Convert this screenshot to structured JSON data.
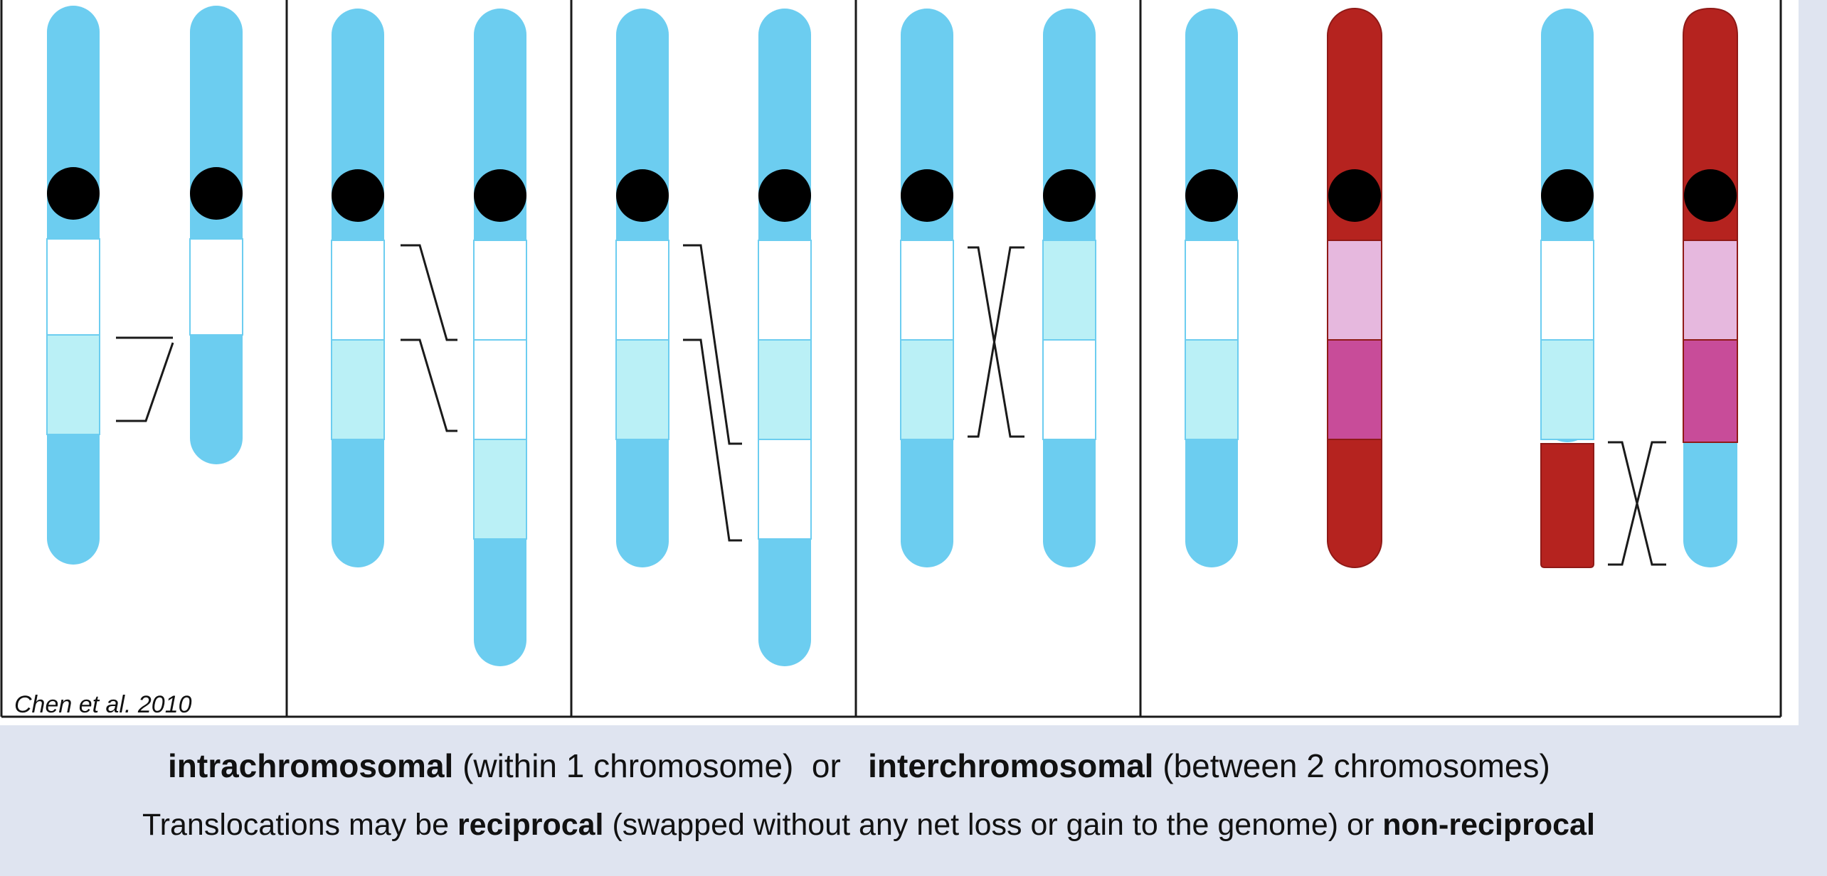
{
  "figure": {
    "citation": "Chen et al. 2010",
    "colors": {
      "chromosome_blue": "#6ccdf0",
      "light_band": "#baf0f6",
      "white_band": "#ffffff",
      "centromere": "#000000",
      "dark_red": "#b5231f",
      "pink_band": "#e6b8de",
      "magenta_band": "#c84c99",
      "line": "#1a1a1a"
    }
  },
  "caption": {
    "line1": {
      "intra_term": "intrachromosomal",
      "intra_desc": " (within 1 chromosome)  or   ",
      "inter_term": "interchromosomal",
      "inter_desc": " (between 2 chromosomes)"
    },
    "line2": {
      "prefix": "Translocations may be ",
      "reciprocal_term": "reciprocal",
      "middle": " (swapped without any net loss or gain to the genome) or ",
      "nonreciprocal_term": "non-reciprocal"
    }
  }
}
